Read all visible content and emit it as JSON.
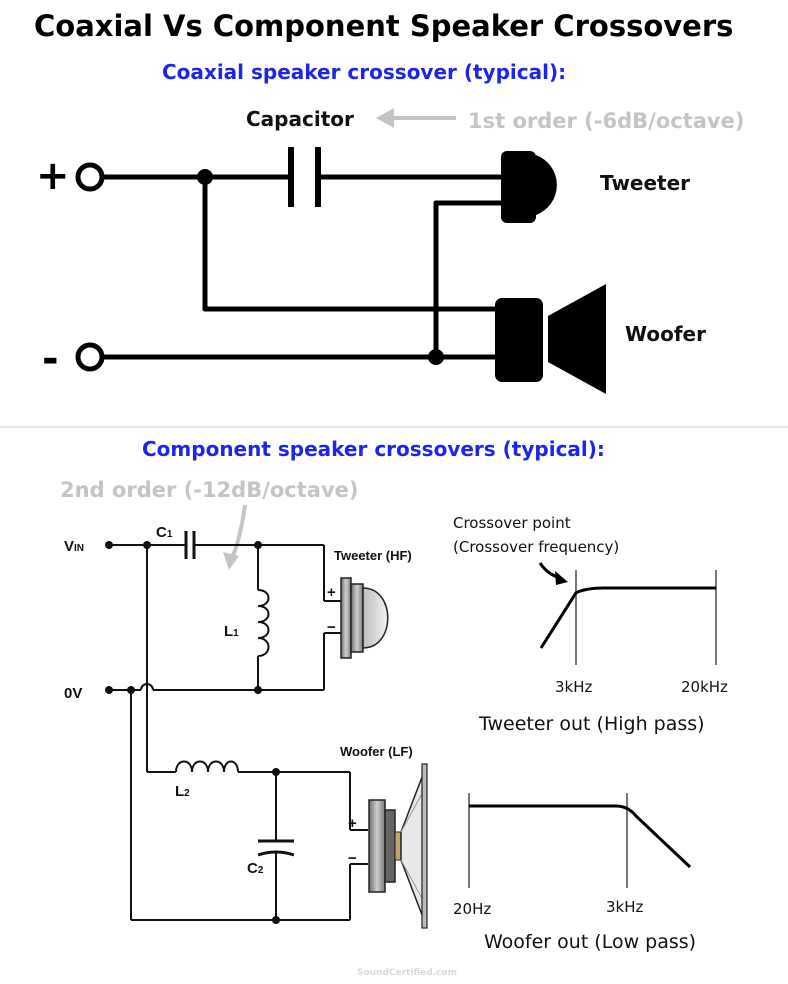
{
  "title": "Coaxial Vs Component Speaker Crossovers",
  "coaxial": {
    "heading": "Coaxial speaker crossover (typical):",
    "capacitor_label": "Capacitor",
    "order_note": "1st order (-6dB/octave)",
    "plus_terminal": "+",
    "minus_terminal": "-",
    "tweeter_label": "Tweeter",
    "woofer_label": "Woofer"
  },
  "component": {
    "heading": "Component speaker crossovers (typical):",
    "order_note": "2nd order (-12dB/octave)",
    "vin_label": "V",
    "vin_sub": "IN",
    "zero_v_label": "0V",
    "c1": "C",
    "c1_sub": "1",
    "l1": "L",
    "l1_sub": "1",
    "l2": "L",
    "l2_sub": "2",
    "c2": "C",
    "c2_sub": "2",
    "tweeter_label": "Tweeter (HF)",
    "woofer_label": "Woofer (LF)",
    "plus": "+",
    "minus": "−"
  },
  "chart_data": [
    {
      "type": "line",
      "title": "Tweeter out (High pass)",
      "annotation_line1": "Crossover point",
      "annotation_line2": "(Crossover frequency)",
      "tick_labels": [
        "3kHz",
        "20kHz"
      ],
      "crossover_frequency": "3kHz",
      "x": [
        "below 3kHz",
        "3kHz",
        "20kHz"
      ],
      "y_relative": [
        0.0,
        0.92,
        1.0
      ]
    },
    {
      "type": "line",
      "title": "Woofer out (Low pass)",
      "tick_labels": [
        "20Hz",
        "3kHz"
      ],
      "crossover_frequency": "3kHz",
      "x": [
        "20Hz",
        "3kHz",
        "above 3kHz"
      ],
      "y_relative": [
        1.0,
        1.0,
        0.0
      ]
    }
  ],
  "watermark": "SoundCertified.com",
  "colors": {
    "heading": "#1b26e8",
    "note": "#c4c4c4",
    "line": "#000000"
  }
}
